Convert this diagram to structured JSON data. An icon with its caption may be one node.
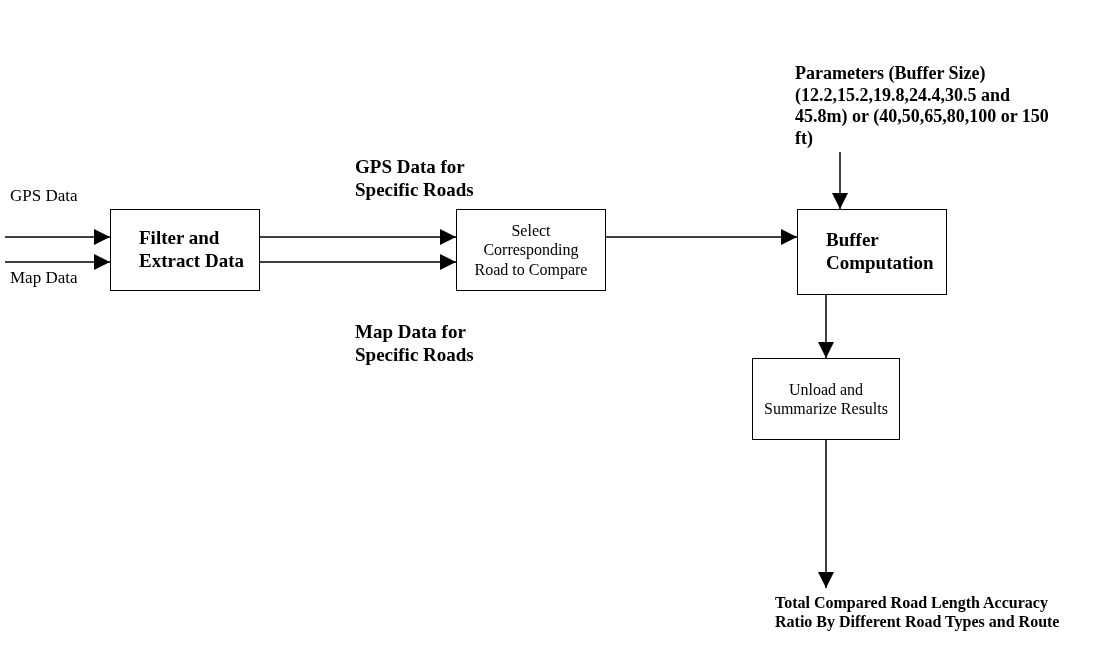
{
  "diagram": {
    "nodes": [
      {
        "text": [
          "Filter and Extract Data"
        ]
      },
      {
        "text": [
          "Select Corresponding Road to Compare"
        ]
      },
      {
        "text": [
          "Buffer Computation"
        ]
      },
      {
        "text": [
          "Unload and Summarize Results"
        ]
      },
      {
        "text": [
          "Parameters (Buffer Size) (12.2,15.2,19.8,24.4,30.5 and 45.8m) or (40,50,65,80,100 or 150 ft)"
        ]
      },
      {
        "text": [
          "Total Compared Road Length Accuracy Ratio By Different Road Types and Route"
        ]
      }
    ],
    "edges": [
      {
        "from": null,
        "to": 0,
        "arrow": "to",
        "label": "GPS Data"
      },
      {
        "from": null,
        "to": 0,
        "arrow": "to",
        "label": "Map Data"
      },
      {
        "from": 0,
        "to": 1,
        "arrow": "to",
        "label": "GPS Data for Specific Roads"
      },
      {
        "from": 0,
        "to": 1,
        "arrow": "to",
        "label": "Map Data for Specific Roads"
      },
      {
        "from": 1,
        "to": 2,
        "arrow": "to"
      },
      {
        "from": 4,
        "to": 2,
        "arrow": "to"
      },
      {
        "from": 2,
        "to": 3,
        "arrow": "to"
      },
      {
        "from": 3,
        "to": 5,
        "arrow": "to"
      }
    ]
  }
}
